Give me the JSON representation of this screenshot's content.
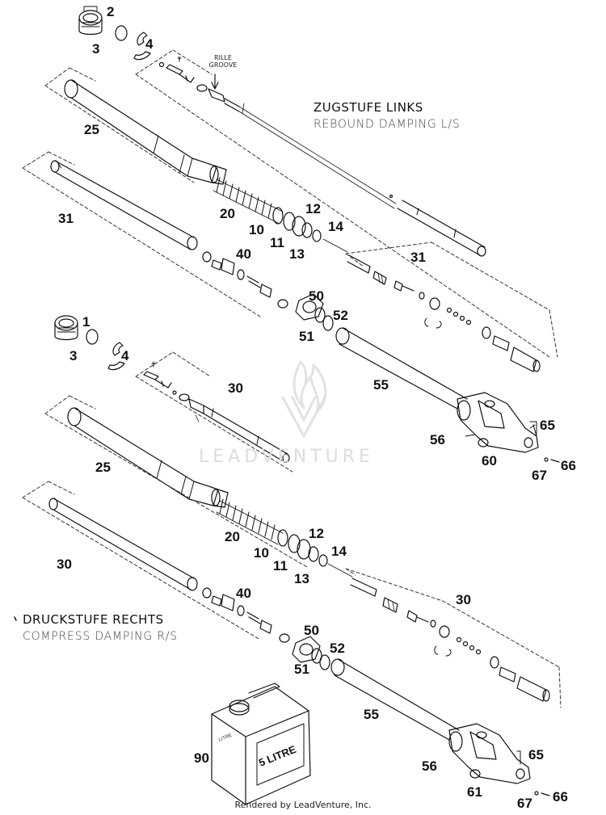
{
  "diagram": {
    "upper_title": "ZUGSTUFE LINKS",
    "upper_subtitle": "REBOUND DAMPING L/S",
    "lower_title": "DRUCKSTUFE RECHTS",
    "lower_subtitle": "COMPRESS DAMPING R/S",
    "rille_label": "RILLE\nGROOVE",
    "can_label": "5 LITRE",
    "can_small_label": "LITRE",
    "watermark": "LEADVENTURE",
    "footer": "Rendered by LeadVenture, Inc."
  },
  "callouts": {
    "c2": "2",
    "c3a": "3",
    "c4a": "4",
    "c25a": "25",
    "c31a": "31",
    "c20a": "20",
    "c10a": "10",
    "c11a": "11",
    "c12a": "12",
    "c13a": "13",
    "c14a": "14",
    "c31b": "31",
    "c40a": "40",
    "c50a": "50",
    "c51a": "51",
    "c52a": "52",
    "c55a": "55",
    "c56a": "56",
    "c60": "60",
    "c65a": "65",
    "c66a": "66",
    "c67a": "67",
    "c1": "1",
    "c3b": "3",
    "c4b": "4",
    "c30a": "30",
    "c25b": "25",
    "c20b": "20",
    "c10b": "10",
    "c11b": "11",
    "c12b": "12",
    "c13b": "13",
    "c14b": "14",
    "c30b": "30",
    "c40b": "40",
    "c30c": "30",
    "c50b": "50",
    "c51b": "51",
    "c52b": "52",
    "c55b": "55",
    "c56b": "56",
    "c61": "61",
    "c65b": "65",
    "c66b": "66",
    "c67b": "67",
    "c90": "90"
  },
  "colors": {
    "ink": "#111111",
    "dash": "#333333",
    "watermark": "#dcdcdc",
    "background": "#ffffff"
  }
}
